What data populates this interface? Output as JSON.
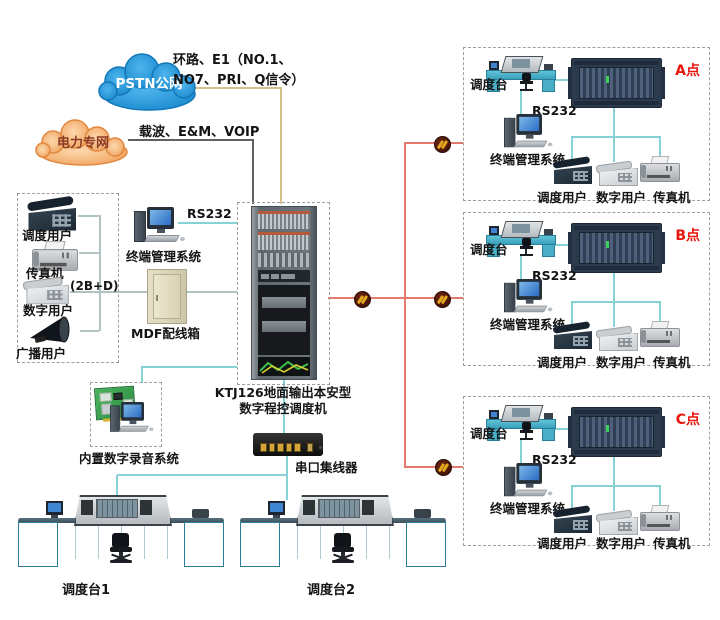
{
  "diagram": {
    "pstn_cloud": "PSTN公网",
    "pstn_link_line1": "环路、E1（NO.1、",
    "pstn_link_line2": "NO7、PRI、Q信令）",
    "power_cloud": "电力专网",
    "power_link": "载波、E&M、VOIP",
    "rs232": "RS232",
    "terminal_mgmt": "终端管理系统",
    "mdf": "MDF配线箱",
    "main_switch_line1": "KTJ126地面输出本安型",
    "main_switch_line2": "数字程控调度机",
    "recorder": "内置数字录音系统",
    "serial_hub": "串口集线器",
    "console1": "调度台1",
    "console2": "调度台2",
    "local_users": [
      {
        "label": "调度用户"
      },
      {
        "label": "传真机"
      },
      {
        "label": "数字用户",
        "note": "(2B+D)"
      },
      {
        "label": "广播用户"
      }
    ],
    "remote_sites": [
      {
        "name": "A点",
        "console": "调度台",
        "rs232": "RS232",
        "terminal": "终端管理系统",
        "users": [
          "调度用户",
          "数字用户",
          "传真机"
        ]
      },
      {
        "name": "B点",
        "console": "调度台",
        "rs232": "RS232",
        "terminal": "终端管理系统",
        "users": [
          "调度用户",
          "数字用户",
          "传真机"
        ]
      },
      {
        "name": "C点",
        "console": "调度台",
        "rs232": "RS232",
        "terminal": "终端管理系统",
        "users": [
          "调度用户",
          "数字用户",
          "传真机"
        ]
      }
    ],
    "colors": {
      "pstn_cloud": "#1f9de0",
      "power_cloud": "#f5ad68",
      "site_label": "#e8150d",
      "fiber_line": "#e4796e",
      "link_line": "#86d2d7"
    }
  }
}
